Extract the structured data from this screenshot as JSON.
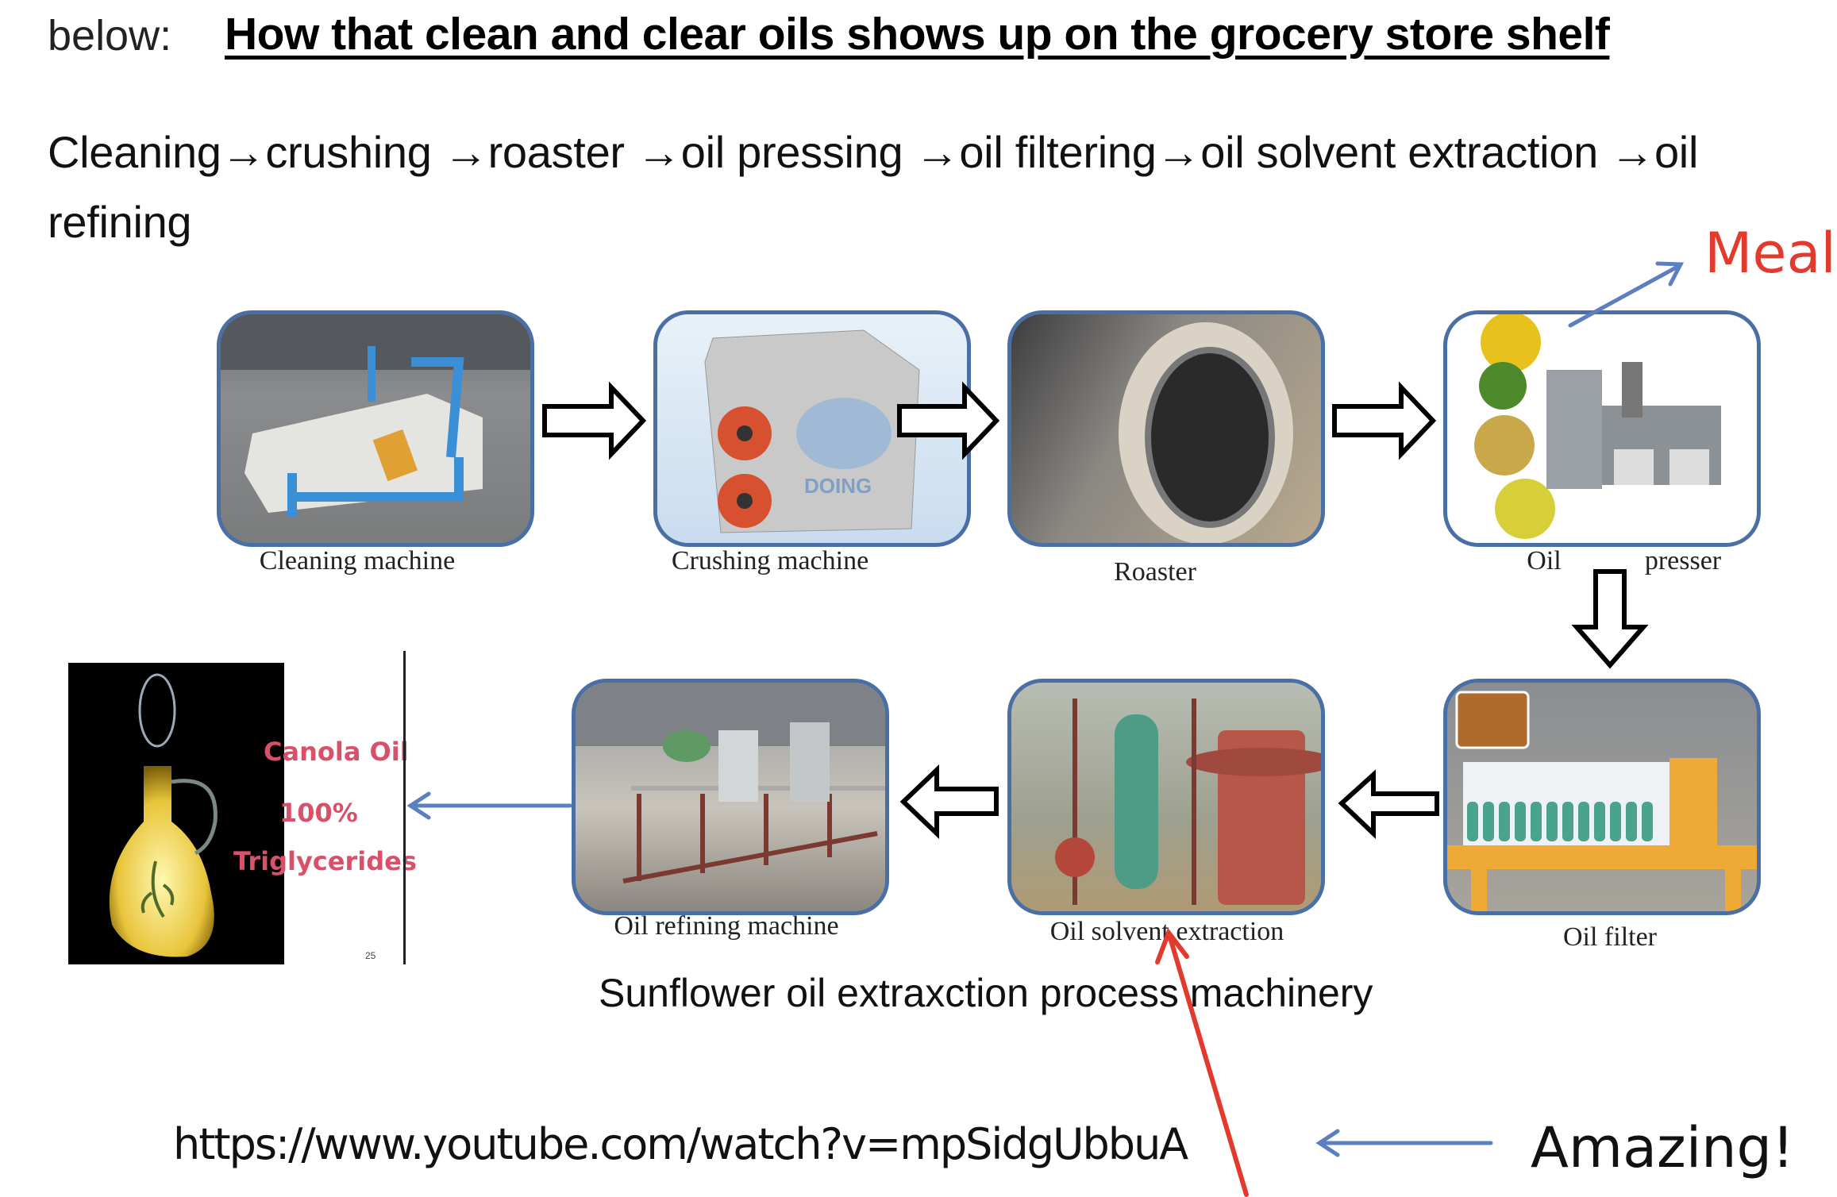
{
  "header": {
    "lead": "below:",
    "title": "How that clean and clear oils shows up on the grocery store shelf"
  },
  "process_text": "Cleaning→crushing →roaster →oil pressing →oil filtering→oil solvent extraction →oil refining",
  "annotations": {
    "meal": "Meal",
    "amazing": "Amazing!",
    "url": "https://www.youtube.com/watch?v=mpSidgUbbuA",
    "colors": {
      "red": "#e23b2e",
      "blue_arrow": "#5b7fbf",
      "box_border": "#4a6fa5",
      "canola_text": "#d9506a"
    }
  },
  "diagram": {
    "subtitle": "Sunflower oil extraxction process machinery",
    "steps": [
      {
        "id": "cleaning",
        "caption": "Cleaning machine",
        "image": "cleaning-machine-photo"
      },
      {
        "id": "crushing",
        "caption": "Crushing machine",
        "image": "crushing-machine-photo",
        "logo_text": "DOING"
      },
      {
        "id": "roaster",
        "caption": "Roaster",
        "image": "roaster-photo"
      },
      {
        "id": "presser",
        "caption_left": "Oil",
        "caption_right": "presser",
        "image": "oil-presser-photo"
      },
      {
        "id": "filter",
        "caption": "Oil filter",
        "image": "oil-filter-photo"
      },
      {
        "id": "solvent",
        "caption": "Oil solvent extraction",
        "image": "solvent-extraction-photo"
      },
      {
        "id": "refining",
        "caption": "Oil refining machine",
        "image": "oil-refining-photo"
      }
    ]
  },
  "canola": {
    "line1": "Canola Oil",
    "line2": "100%",
    "line3": "Triglycerides",
    "page_number": "25"
  }
}
